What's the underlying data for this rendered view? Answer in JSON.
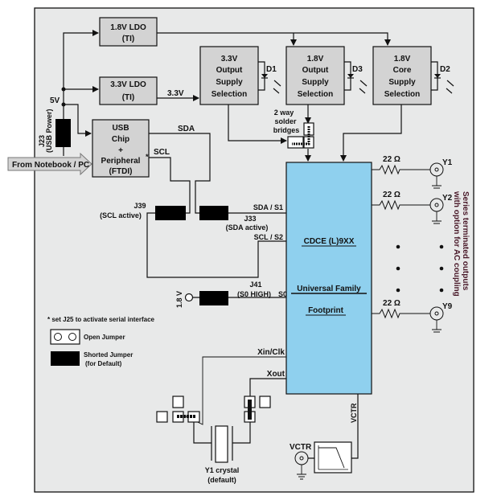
{
  "colors": {
    "background": "#e8e9e9",
    "block": "#d3d3d3",
    "device": "#8fd0ee",
    "note_text": "#4a1a2a"
  },
  "blocks": {
    "ldo18": [
      "1.8V LDO",
      "(TI)"
    ],
    "ldo33": [
      "3.3V LDO",
      "(TI)"
    ],
    "out33": [
      "3.3V",
      "Output",
      "Supply",
      "Selection"
    ],
    "out18": [
      "1.8V",
      "Output",
      "Supply",
      "Selection"
    ],
    "core18": [
      "1.8V",
      "Core",
      "Supply",
      "Selection"
    ],
    "usb": [
      "USB",
      "Chip",
      "+",
      "Peripheral",
      "(FTDI)"
    ],
    "usb_star": "*"
  },
  "device": {
    "name": "CDCE (L)9XX",
    "family": "Universal Family",
    "footprint": "Footprint"
  },
  "labels": {
    "v5": "5V",
    "v33": "3.3V",
    "j23": "J23",
    "j23_sub": "(USB Power)",
    "from_pc": "From Notebook / PC",
    "sda": "SDA",
    "scl": "SCL",
    "d1": "D1",
    "d2": "D2",
    "d3": "D3",
    "solder": [
      "2 way",
      "solder",
      "bridges"
    ],
    "j39": "J39",
    "j39_sub": "(SCL active)",
    "j33": "J33",
    "j33_sub": "(SDA active)",
    "sda_s1": "SDA / S1",
    "scl_s2": "SCL / S2",
    "v18": "1.8 V",
    "j41": "J41",
    "j41_sub": "(S0 HIGH)",
    "s0": "S0",
    "footnote": "* set J25 to activate serial interface",
    "open_jumper": "Open Jumper",
    "shorted_jumper": "Shorted Jumper",
    "shorted_sub": "(for Default)",
    "xin": "Xin/Clk",
    "xout": "Xout",
    "crystal": "Y1 crystal",
    "crystal_sub": "(default)",
    "vctr": "VCTR",
    "vctr_in": "VCTR",
    "outputs_note": [
      "Series terminated outputs",
      "with option for AC coupling"
    ]
  },
  "outputs": [
    {
      "name": "Y1",
      "resistor": "22 Ω"
    },
    {
      "name": "Y2",
      "resistor": "22 Ω"
    },
    {
      "name": "Y9",
      "resistor": "22 Ω"
    }
  ]
}
